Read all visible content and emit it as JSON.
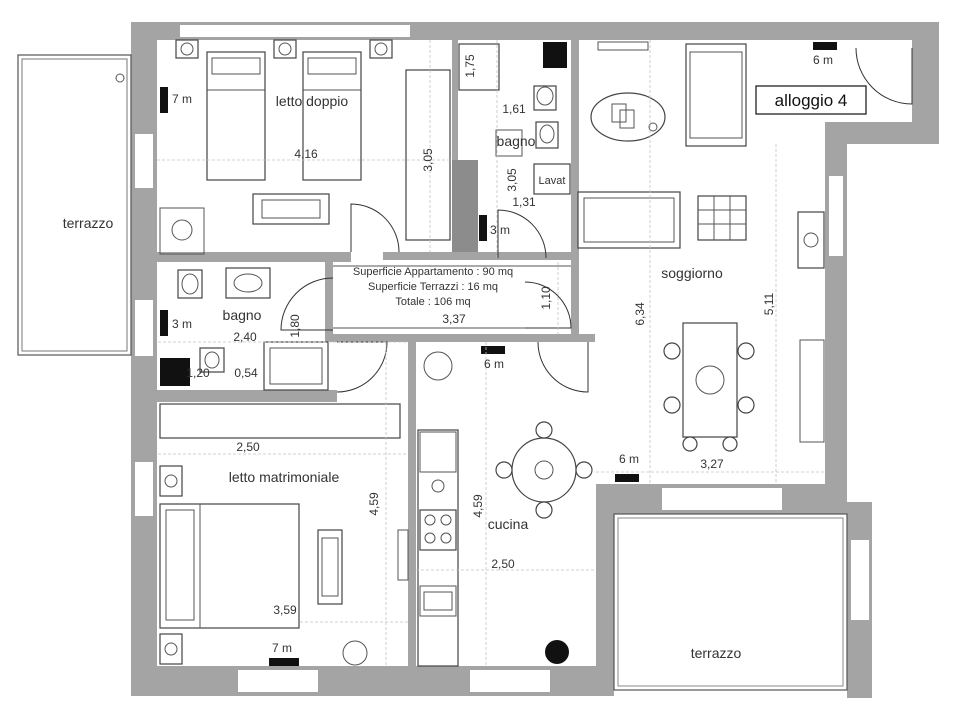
{
  "plan": {
    "title": "alloggio 4",
    "rooms": {
      "terrazzo_left": "terrazzo",
      "letto_doppio": "letto doppio",
      "bagno_top": "bagno",
      "soggiorno": "soggiorno",
      "bagno_mid": "bagno",
      "letto_matrimoniale": "letto matrimoniale",
      "cucina": "cucina",
      "terrazzo_right": "terrazzo"
    },
    "summary": {
      "line1": "Superficie Appartamento : 90 mq",
      "line2": "Superficie Terrazzi : 16 mq",
      "line3": "Totale : 106 mq"
    },
    "fixture_labels": {
      "lavatrice": "Lavat"
    },
    "dimensions": {
      "d_4_16": "4,16",
      "d_3_05_bed": "3,05",
      "d_1_75": "1,75",
      "d_1_61": "1,61",
      "d_3_05_bath": "3,05",
      "d_1_31": "1,31",
      "d_6_34": "6,34",
      "d_5_11": "5,11",
      "d_1_10": "1,10",
      "d_3_37": "3,37",
      "d_2_40": "2,40",
      "d_1_80": "1,80",
      "d_1_20": "1,20",
      "d_0_54": "0,54",
      "d_2_50_bed": "2,50",
      "d_4_59_bed": "4,59",
      "d_3_59": "3,59",
      "d_4_59_kit": "4,59",
      "d_2_50_kit": "2,50",
      "d_3_27": "3,27"
    },
    "height_marks": {
      "m_letto_doppio": "7 m",
      "m_soggiorno_top": "6 m",
      "m_bagno_top": "3 m",
      "m_bagno_mid": "3 m",
      "m_cucina": "6 m",
      "m_soggiorno_bottom": "6 m",
      "m_letto_matrimoniale": "7 m"
    }
  }
}
